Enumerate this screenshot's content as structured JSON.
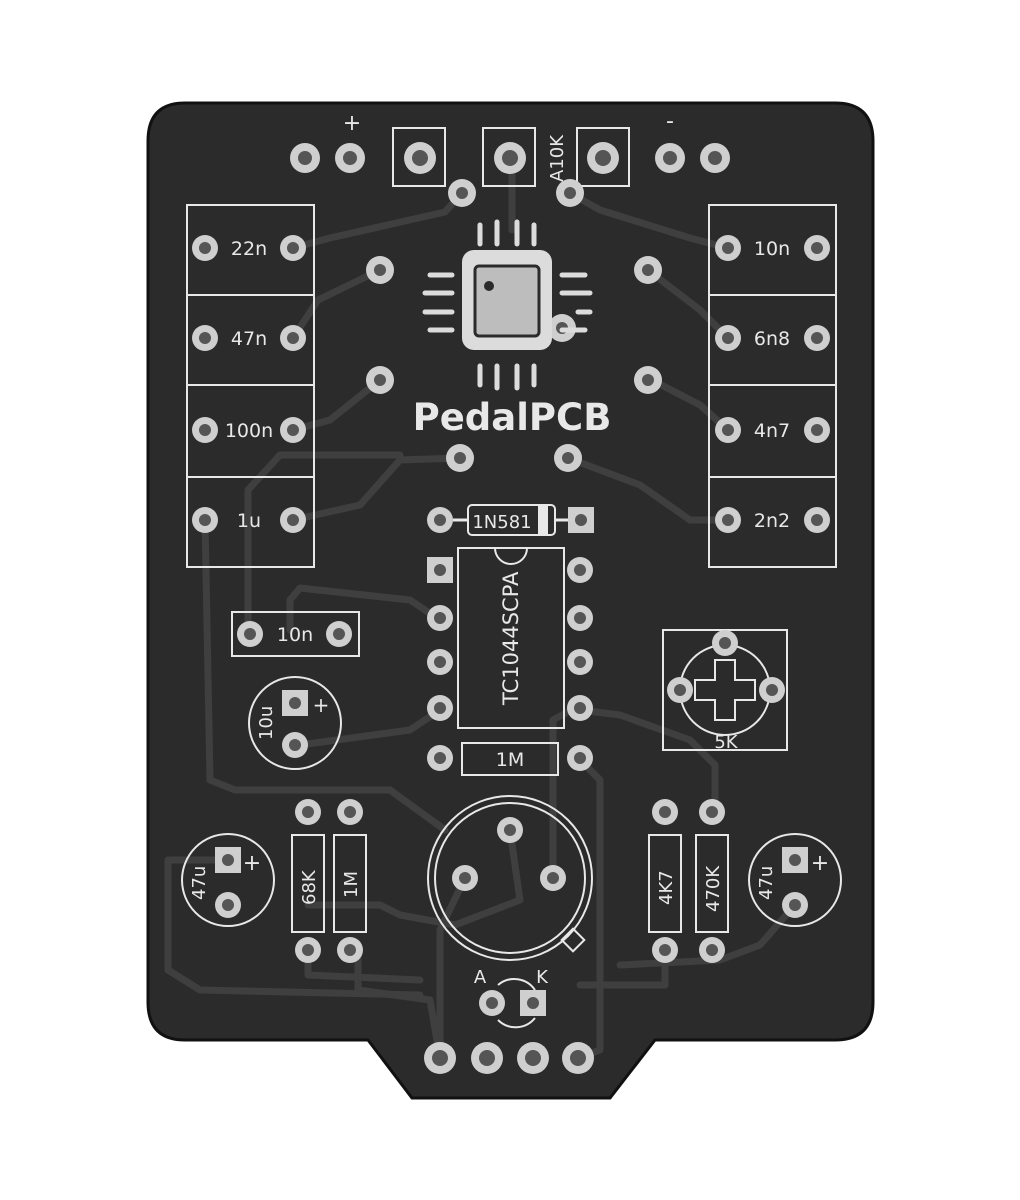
{
  "colors": {
    "board": "#2b2b2b",
    "trace": "#3c3c3c",
    "trace_edge": "#1f1f1f",
    "silk": "#e8e8e8",
    "pad_ring": "#cfcfcf",
    "pad_hole": "#5a5a5a",
    "background": "#ffffff"
  },
  "logo": {
    "text": "PedalPCB"
  },
  "power": {
    "plus": "+",
    "minus": "-"
  },
  "pot": {
    "label": "A10K"
  },
  "caps_left": [
    "22n",
    "47n",
    "100n",
    "1u"
  ],
  "caps_right": [
    "10n",
    "6n8",
    "4n7",
    "2n2"
  ],
  "diode": {
    "label": "1N581"
  },
  "ic": {
    "label": "TC1044SCPA"
  },
  "film_cap": {
    "label": "10n"
  },
  "elec_cap_mid": {
    "label": "10u",
    "polarity": "+"
  },
  "resistor_1m_horiz": {
    "label": "1M"
  },
  "trimmer": {
    "label": "5K"
  },
  "resistors_left": [
    "68K",
    "1M"
  ],
  "resistors_right": [
    "4K7",
    "470K"
  ],
  "elec_caps_bottom": [
    {
      "label": "47u",
      "polarity": "+"
    },
    {
      "label": "47u",
      "polarity": "+"
    }
  ],
  "led": {
    "anode": "A",
    "cathode": "K"
  }
}
